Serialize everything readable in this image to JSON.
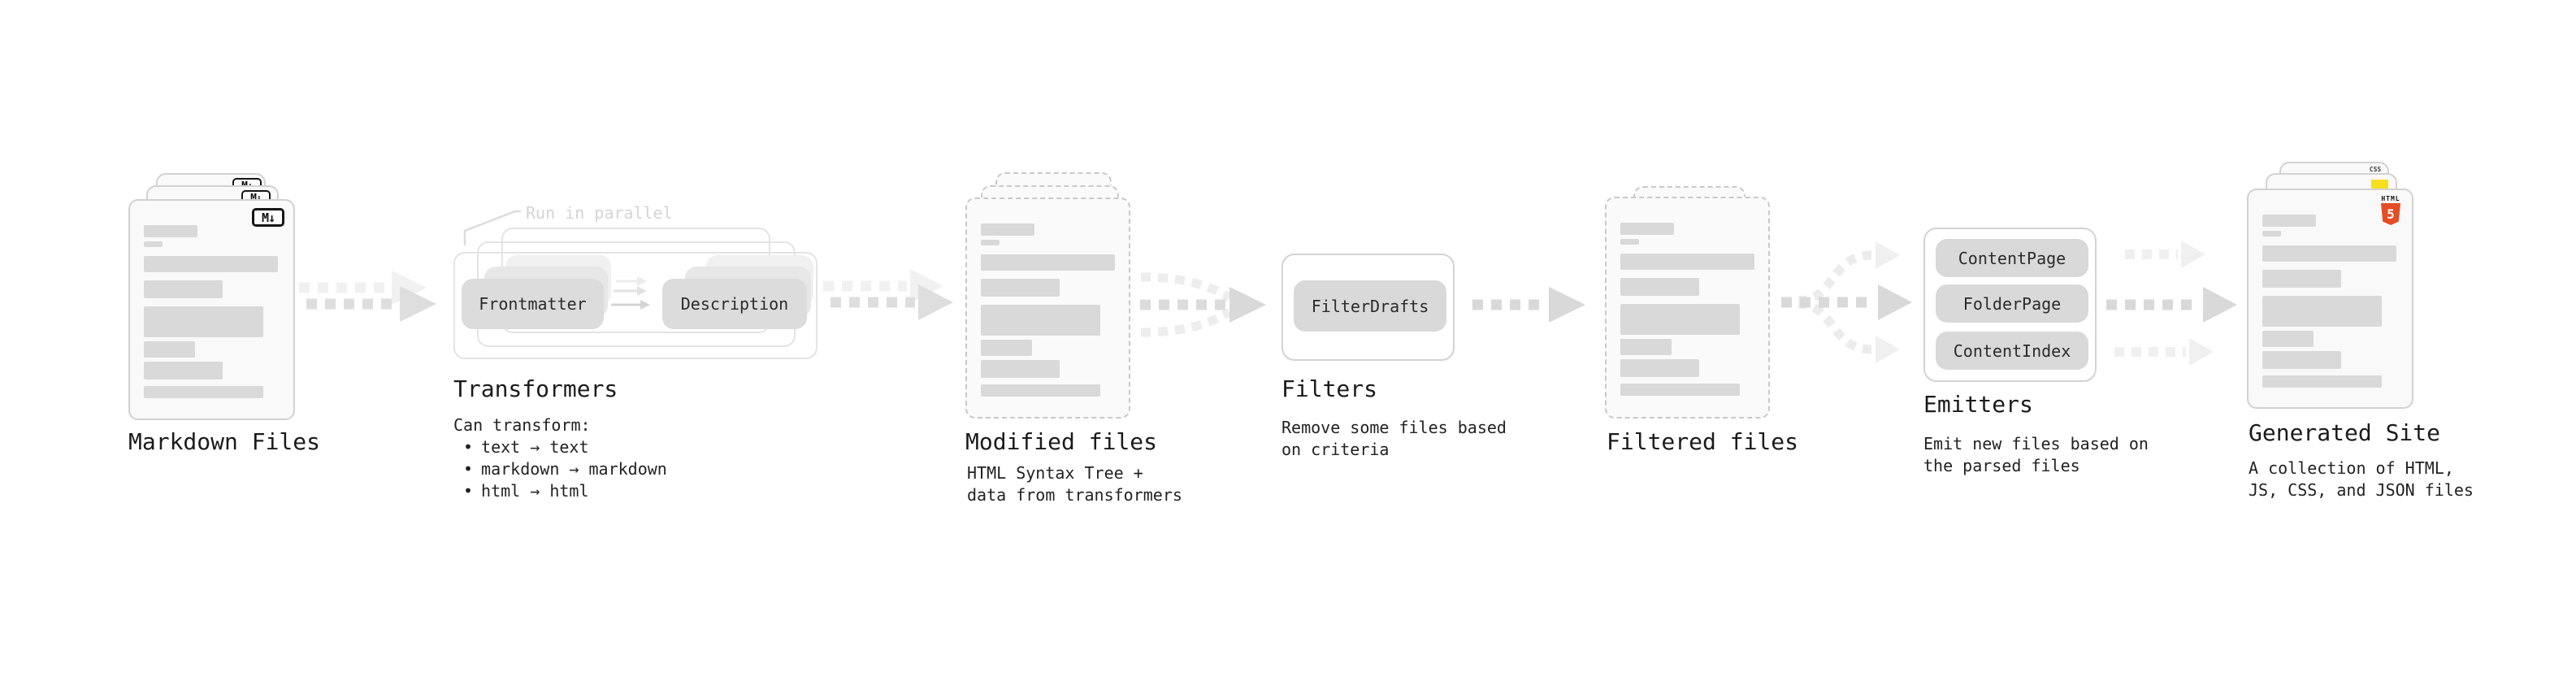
{
  "sections": {
    "markdown_files": {
      "label": "Markdown Files",
      "badge": "M↓"
    },
    "transformers": {
      "label": "Transformers",
      "parallel_note": "Run in parallel",
      "box1": "Frontmatter",
      "box2": "Description",
      "desc_title": "Can transform:",
      "bullet_glyph": "•",
      "bullets": [
        "text → text",
        "markdown → markdown",
        "html → html"
      ]
    },
    "modified_files": {
      "label": "Modified files",
      "subtitle": "HTML Syntax Tree +\ndata from transformers"
    },
    "filters": {
      "label": "Filters",
      "box1": "FilterDrafts",
      "subtitle": "Remove some files based\non criteria"
    },
    "filtered_files": {
      "label": "Filtered files"
    },
    "emitters": {
      "label": "Emitters",
      "box1": "ContentPage",
      "box2": "FolderPage",
      "box3": "ContentIndex",
      "subtitle": "Emit new files based on\nthe parsed files"
    },
    "generated_site": {
      "label": "Generated Site",
      "subtitle": "A collection of HTML,\nJS, CSS, and JSON files",
      "css_badge": "CSS",
      "html_badge_label": "HTML",
      "html_badge_number": "5"
    }
  },
  "colors": {
    "html5_orange": "#e44d26",
    "js_yellow": "#f7df1e",
    "css_blue": "#2864f0",
    "dark_arrow": "#d9d9d9",
    "light_arrow": "#f0f0f0"
  }
}
